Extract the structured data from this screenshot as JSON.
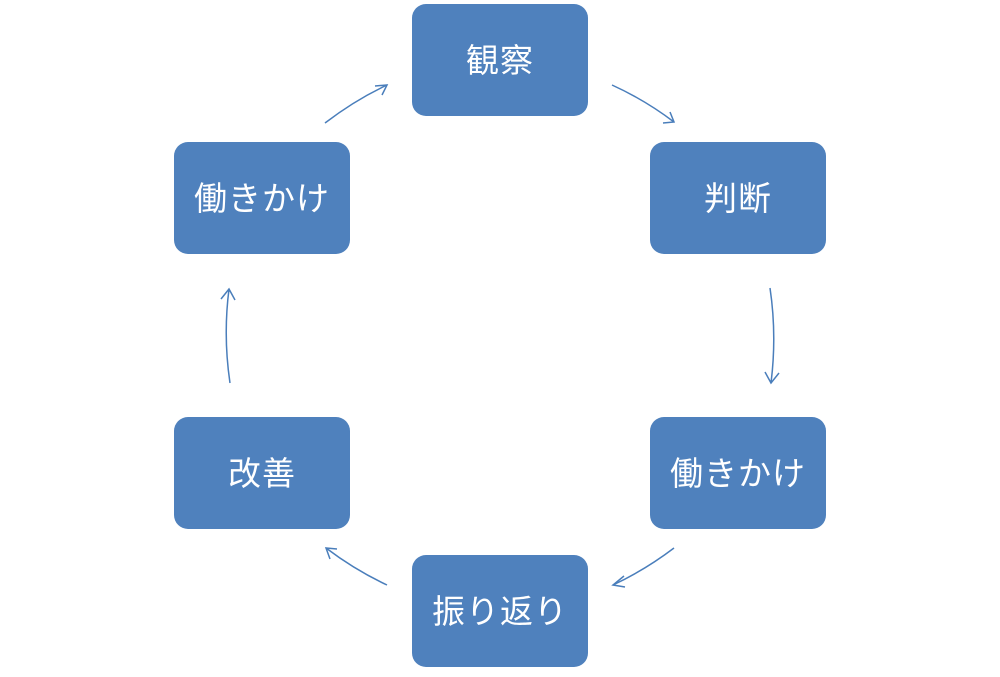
{
  "cycle": {
    "nodes": [
      {
        "label": "観察"
      },
      {
        "label": "判断"
      },
      {
        "label": "働きかけ"
      },
      {
        "label": "振り返り"
      },
      {
        "label": "改善"
      },
      {
        "label": "働きかけ"
      }
    ]
  },
  "colors": {
    "node_fill": "#4f81bd",
    "node_text": "#ffffff",
    "arrow": "#4a7ebb",
    "background": "#ffffff"
  }
}
